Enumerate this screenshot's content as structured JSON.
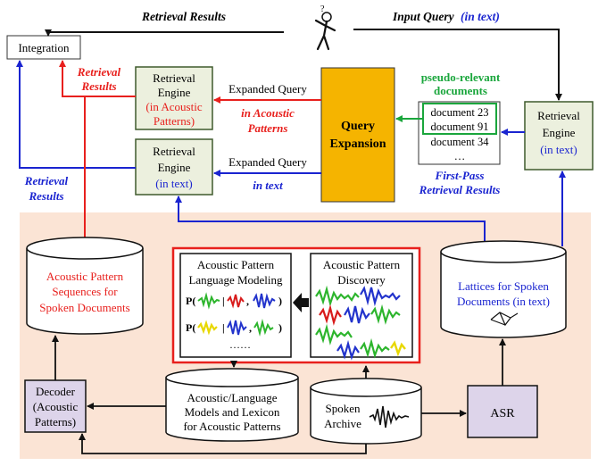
{
  "top": {
    "retrieval_results": "Retrieval Results",
    "input_query": "Input Query",
    "input_query_suffix": "(in text)"
  },
  "integration": {
    "label": "Integration"
  },
  "engine_acoustic": {
    "line1": "Retrieval",
    "line2": "Engine",
    "line3": "(in Acoustic",
    "line4": "Patterns)"
  },
  "engine_text_mid": {
    "line1": "Retrieval",
    "line2": "Engine",
    "line3": "(in text)"
  },
  "engine_text_right": {
    "line1": "Retrieval",
    "line2": "Engine",
    "line3": "(in text)"
  },
  "query_expansion": {
    "line1": "Query",
    "line2": "Expansion"
  },
  "arrows": {
    "expanded_query_1": "Expanded Query",
    "in_acoustic_1": "in Acoustic",
    "in_acoustic_2": "Patterns",
    "expanded_query_2": "Expanded Query",
    "in_text": "in text",
    "retrieval_results_red_1": "Retrieval",
    "retrieval_results_red_2": "Results",
    "retrieval_results_blue_1": "Retrieval",
    "retrieval_results_blue_2": "Results"
  },
  "pseudo_relevant": {
    "line1": "pseudo-relevant",
    "line2": "documents"
  },
  "documents": {
    "items": [
      "document 23",
      "document 91",
      "document 34",
      "…"
    ]
  },
  "first_pass": {
    "line1": "First-Pass",
    "line2": "Retrieval Results"
  },
  "acoustic_sequences": {
    "line1": "Acoustic Pattern",
    "line2": "Sequences for",
    "line3": "Spoken Documents"
  },
  "lm_box": {
    "line1": "Acoustic Pattern",
    "line2": "Language Modeling",
    "p1": "P(",
    "p2": "P(",
    "bar": "|",
    "comma": ",",
    "close": ")",
    "dots": "……"
  },
  "discovery_box": {
    "line1": "Acoustic Pattern",
    "line2": "Discovery"
  },
  "lattices": {
    "line1": "Lattices for Spoken",
    "line2": "Documents (in text)"
  },
  "decoder": {
    "line1": "Decoder",
    "line2": "(Acoustic",
    "line3": "Patterns)"
  },
  "models": {
    "line1": "Acoustic/Language",
    "line2": "Models and Lexicon",
    "line3": "for Acoustic Patterns"
  },
  "archive": {
    "line1": "Spoken",
    "line2": "Archive"
  },
  "asr": {
    "label": "ASR"
  },
  "colors": {
    "red": "#e8201d",
    "blue": "#1a24d0",
    "green": "#1aa63c",
    "engine_fill": "#ecf0de",
    "engine_border": "#3f5a2d",
    "expansion_fill": "#f5b400",
    "panel_fill": "#fbe4d5",
    "decoder_fill": "#ddd4ea"
  }
}
